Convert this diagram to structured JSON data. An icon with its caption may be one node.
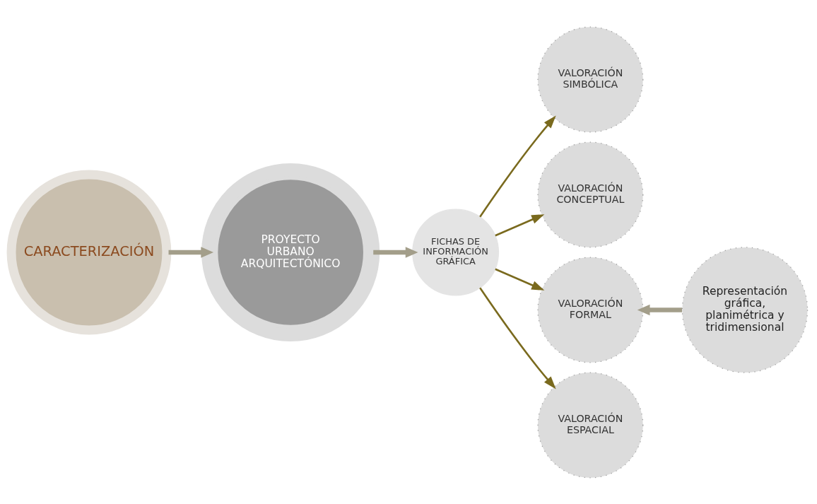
{
  "diagram": {
    "nodes": [
      {
        "text": [
          "CARACTERIZACIÓN"
        ]
      },
      {
        "text": [
          "PROYECTO URBANO ARQUITECTÓNICO"
        ]
      },
      {
        "text": [
          "FICHAS DE INFORMACIÓN GRÁFICA"
        ]
      },
      {
        "text": [
          "VALORACIÓN SIMBÓLICA"
        ]
      },
      {
        "text": [
          "VALORACIÓN CONCEPTUAL"
        ]
      },
      {
        "text": [
          "VALORACIÓN FORMAL"
        ]
      },
      {
        "text": [
          "VALORACIÓN ESPACIAL"
        ]
      },
      {
        "text": [
          "Representación gráfica, planimétrica y tridimensional"
        ]
      }
    ],
    "edges": [
      {
        "from": 0,
        "to": 1,
        "arrow": "to",
        "style": "thick",
        "color": "#a39e8a"
      },
      {
        "from": 1,
        "to": 2,
        "arrow": "to",
        "style": "thick",
        "color": "#a39e8a"
      },
      {
        "from": 2,
        "to": 3,
        "arrow": "to"
      },
      {
        "from": 2,
        "to": 4,
        "arrow": "to"
      },
      {
        "from": 2,
        "to": 5,
        "arrow": "to"
      },
      {
        "from": 2,
        "to": 6,
        "arrow": "to"
      },
      {
        "from": 7,
        "to": 5,
        "arrow": "to",
        "style": "thick",
        "color": "#a39e8a"
      }
    ]
  }
}
